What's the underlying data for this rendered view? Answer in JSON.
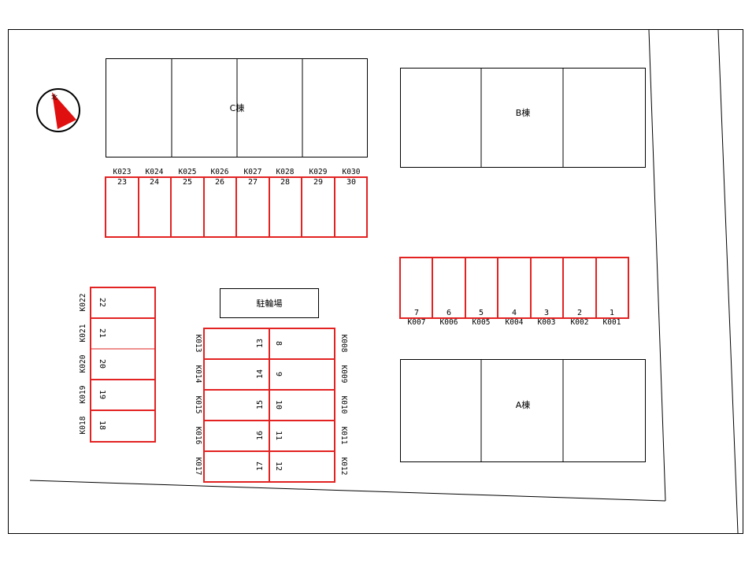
{
  "colors": {
    "line": "#000000",
    "parking": "#e32222",
    "compass_arrow": "#e01010"
  },
  "compass": {
    "icon": "north-arrow-icon",
    "letter": "北"
  },
  "buildings": {
    "c": "C棟",
    "b": "B棟",
    "a": "A棟"
  },
  "bicycle_parking": "駐輪場",
  "parking": {
    "top_row": [
      {
        "code": "K023",
        "num": "23"
      },
      {
        "code": "K024",
        "num": "24"
      },
      {
        "code": "K025",
        "num": "25"
      },
      {
        "code": "K026",
        "num": "26"
      },
      {
        "code": "K027",
        "num": "27"
      },
      {
        "code": "K028",
        "num": "28"
      },
      {
        "code": "K029",
        "num": "29"
      },
      {
        "code": "K030",
        "num": "30"
      }
    ],
    "right_row": [
      {
        "code": "K007",
        "num": "7"
      },
      {
        "code": "K006",
        "num": "6"
      },
      {
        "code": "K005",
        "num": "5"
      },
      {
        "code": "K004",
        "num": "4"
      },
      {
        "code": "K003",
        "num": "3"
      },
      {
        "code": "K002",
        "num": "2"
      },
      {
        "code": "K001",
        "num": "1"
      }
    ],
    "left_column": [
      {
        "code": "K022",
        "num": "22"
      },
      {
        "code": "K021",
        "num": "21"
      },
      {
        "code": "K020",
        "num": "20"
      },
      {
        "code": "K019",
        "num": "19"
      },
      {
        "code": "K018",
        "num": "18"
      }
    ],
    "center_left_column": [
      {
        "code": "K013",
        "num": "13"
      },
      {
        "code": "K014",
        "num": "14"
      },
      {
        "code": "K015",
        "num": "15"
      },
      {
        "code": "K016",
        "num": "16"
      },
      {
        "code": "K017",
        "num": "17"
      }
    ],
    "center_right_column": [
      {
        "code": "K008",
        "num": "8"
      },
      {
        "code": "K009",
        "num": "9"
      },
      {
        "code": "K010",
        "num": "10"
      },
      {
        "code": "K011",
        "num": "11"
      },
      {
        "code": "K012",
        "num": "12"
      }
    ]
  }
}
